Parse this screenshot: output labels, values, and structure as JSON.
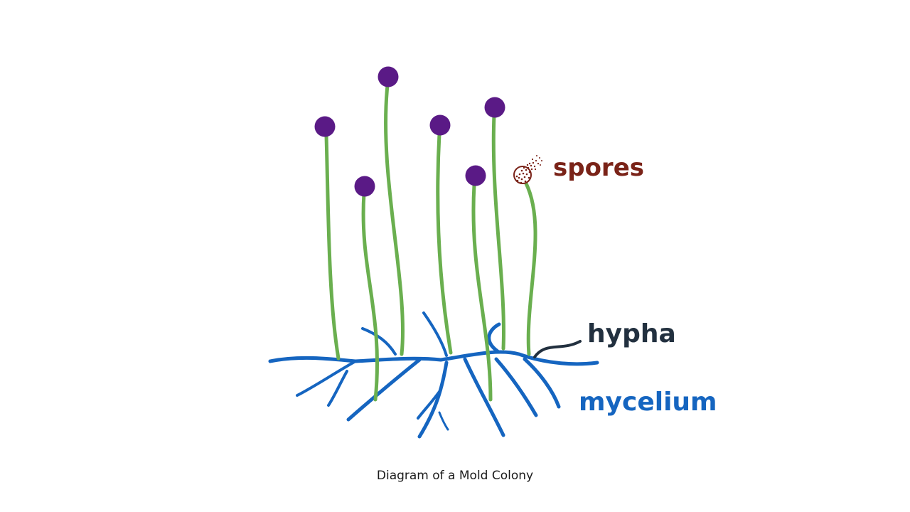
{
  "labels": {
    "spores": "spores",
    "hypha": "hypha",
    "mycelium": "mycelium"
  },
  "caption": "Diagram of a Mold Colony",
  "colors": {
    "stalk": "#6aaf4f",
    "sporangium": "#5a1a86",
    "mycelium": "#1565c0",
    "spores_label": "#7a2318",
    "hypha_label": "#22303f",
    "mycelium_label": "#1565c0",
    "hypha_pointer": "#22303f"
  }
}
